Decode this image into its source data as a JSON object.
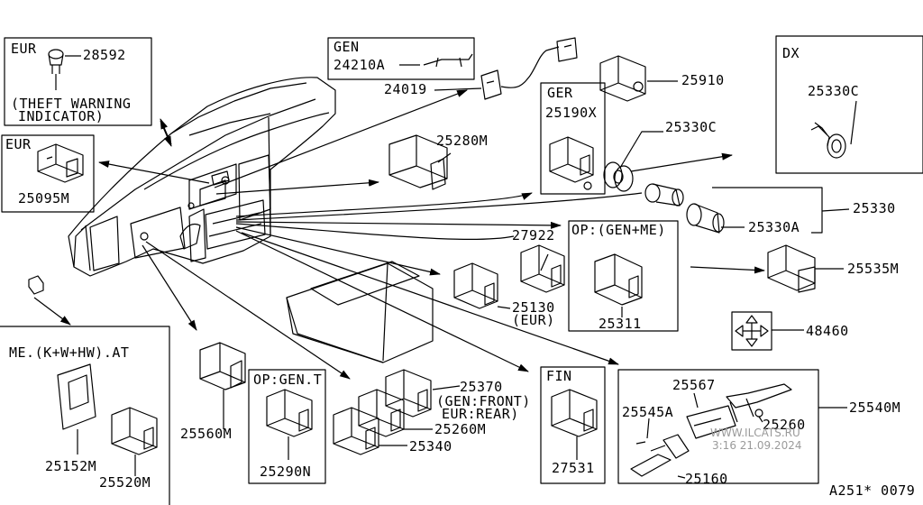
{
  "labels": {
    "eur_top_box": "EUR",
    "p28592": "28592",
    "theft_1": "(THEFT WARNING",
    "theft_2": "INDICATOR)",
    "eur_box2": "EUR",
    "p25095m": "25095M",
    "gen_box": "GEN",
    "p24210a": "24210A",
    "p24019": "24019",
    "p25280m": "25280M",
    "ger_box": "GER",
    "p25190x": "25190X",
    "p25910": "25910",
    "p25330c_mid": "25330C",
    "dx_box": "DX",
    "p25330c_dx": "25330C",
    "p25330": "25330",
    "p25330a": "25330A",
    "p27922": "27922",
    "op_gen_me": "OP:(GEN+ME)",
    "p25535m": "25535M",
    "p25130": "25130",
    "p25130_eur": "(EUR)",
    "p25311": "25311",
    "p48460": "48460",
    "me_box": "ME.(K+W+HW).AT",
    "p25152m": "25152M",
    "p25520m": "25520M",
    "p25560m": "25560M",
    "op_gen_t": "OP:GEN.T",
    "p25290n": "25290N",
    "p25370": "25370",
    "gen_front": "(GEN:FRONT)",
    "eur_rear": "EUR:REAR)",
    "p25260m": "25260M",
    "p25340": "25340",
    "fin_box": "FIN",
    "p27531": "27531",
    "p25567": "25567",
    "p25545a": "25545A",
    "p25260": "25260",
    "p25160": "25160",
    "p25540m": "25540M",
    "diagram_code": "A251* 0079"
  },
  "watermark": {
    "line1": "WWW.ILCATS.RU",
    "line2": "3:16 21.09.2024"
  }
}
